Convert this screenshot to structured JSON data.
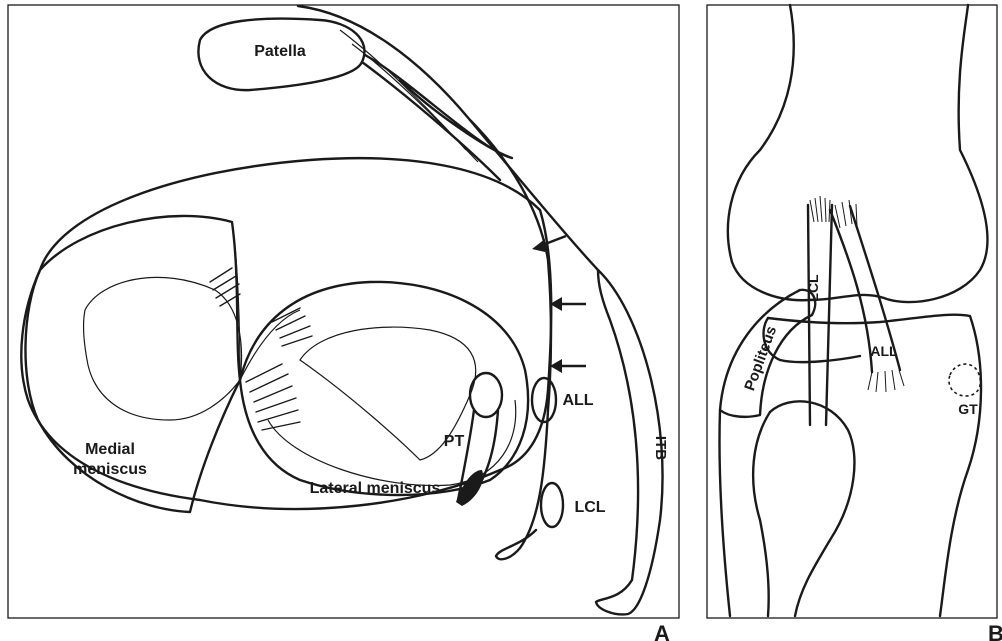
{
  "panel_a": {
    "patella": "Patella",
    "medial_meniscus": [
      "Medial",
      "meniscus"
    ],
    "lateral_meniscus": "Lateral meniscus",
    "pt": "PT",
    "all": "ALL",
    "lcl": "LCL",
    "itb": "ITB",
    "panel_letter": "A"
  },
  "panel_b": {
    "popliteus": "Popliteus",
    "lcl": "LCL",
    "all": "ALL",
    "gt": "GT",
    "panel_letter": "B"
  }
}
